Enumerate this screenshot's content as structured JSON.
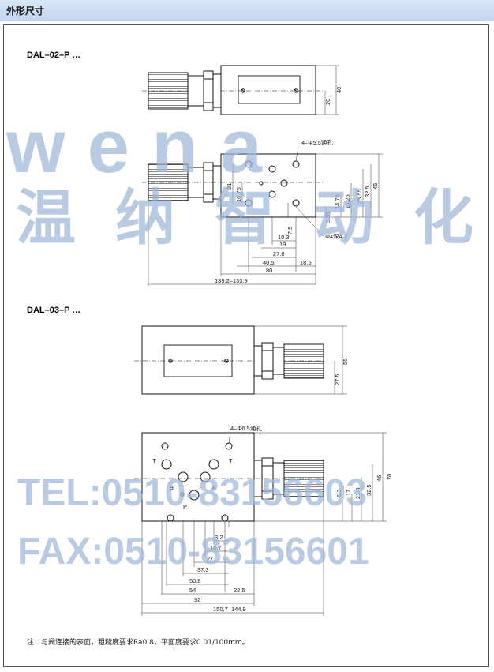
{
  "header": {
    "title": "外形尺寸"
  },
  "dal02": {
    "model": "DAL–02–P …",
    "hole_callout": "4–Φ5.5通孔",
    "oring_callout": "Φ4深4.2",
    "dims": {
      "h20": "20",
      "h40": "40",
      "v31": "31",
      "v10_75": "10.75",
      "v7_5": "7.5",
      "v5_95": "5.95",
      "r14_75": "14.75",
      "r16_25": "16.25",
      "r25_55": "25.55",
      "r32_5": "32.5",
      "r46": "46",
      "b10_3": "10.3",
      "b19": "19",
      "b27_8": "27.8",
      "b40_5": "40.5",
      "b18_5": "18.5",
      "b80": "80",
      "b_total": "139.2–133.9"
    }
  },
  "dal03": {
    "model": "DAL–03–P …",
    "hole_callout": "4–Φ6.5通孔",
    "port_labels": {
      "t1": "T",
      "t2": "T",
      "b": "B",
      "a": "A",
      "p": "P"
    },
    "dims": {
      "h27_5": "27.5",
      "h55": "55",
      "r6_3": "6.3",
      "r17": "17",
      "r21_4": "21.4",
      "r32_5": "32.5",
      "r46": "46",
      "r70": "70",
      "b3_2": "3.2",
      "b16_7": "16.7",
      "b27": "27",
      "b37_3": "37.3",
      "b50_8": "50.8",
      "b54": "54",
      "b22_5": "22.5",
      "b92": "92",
      "b_total": "150.7–144.9"
    }
  },
  "watermark": {
    "brand": "wena",
    "chinese": [
      "温",
      "纳",
      "智",
      "动",
      "化"
    ],
    "tel": "TEL:0510-83156603",
    "fax": "FAX:0510-83156601"
  },
  "note": "注：与阀连接的表面，粗糙度要求Ra0.8，平面度要求0.01/100mm。"
}
